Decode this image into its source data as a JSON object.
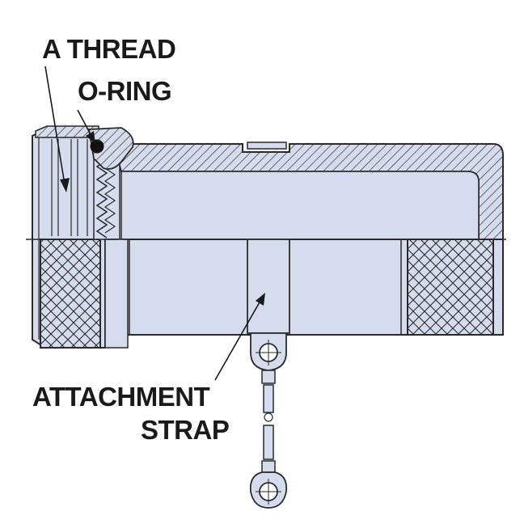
{
  "labels": {
    "a_thread": "A THREAD",
    "o_ring": "O-RING",
    "attachment_line1": "ATTACHMENT",
    "attachment_line2": "STRAP"
  },
  "colors": {
    "fill": "#d4dcee",
    "outline": "#2a2a2a",
    "text": "#1a1a1a",
    "background": "#ffffff"
  }
}
